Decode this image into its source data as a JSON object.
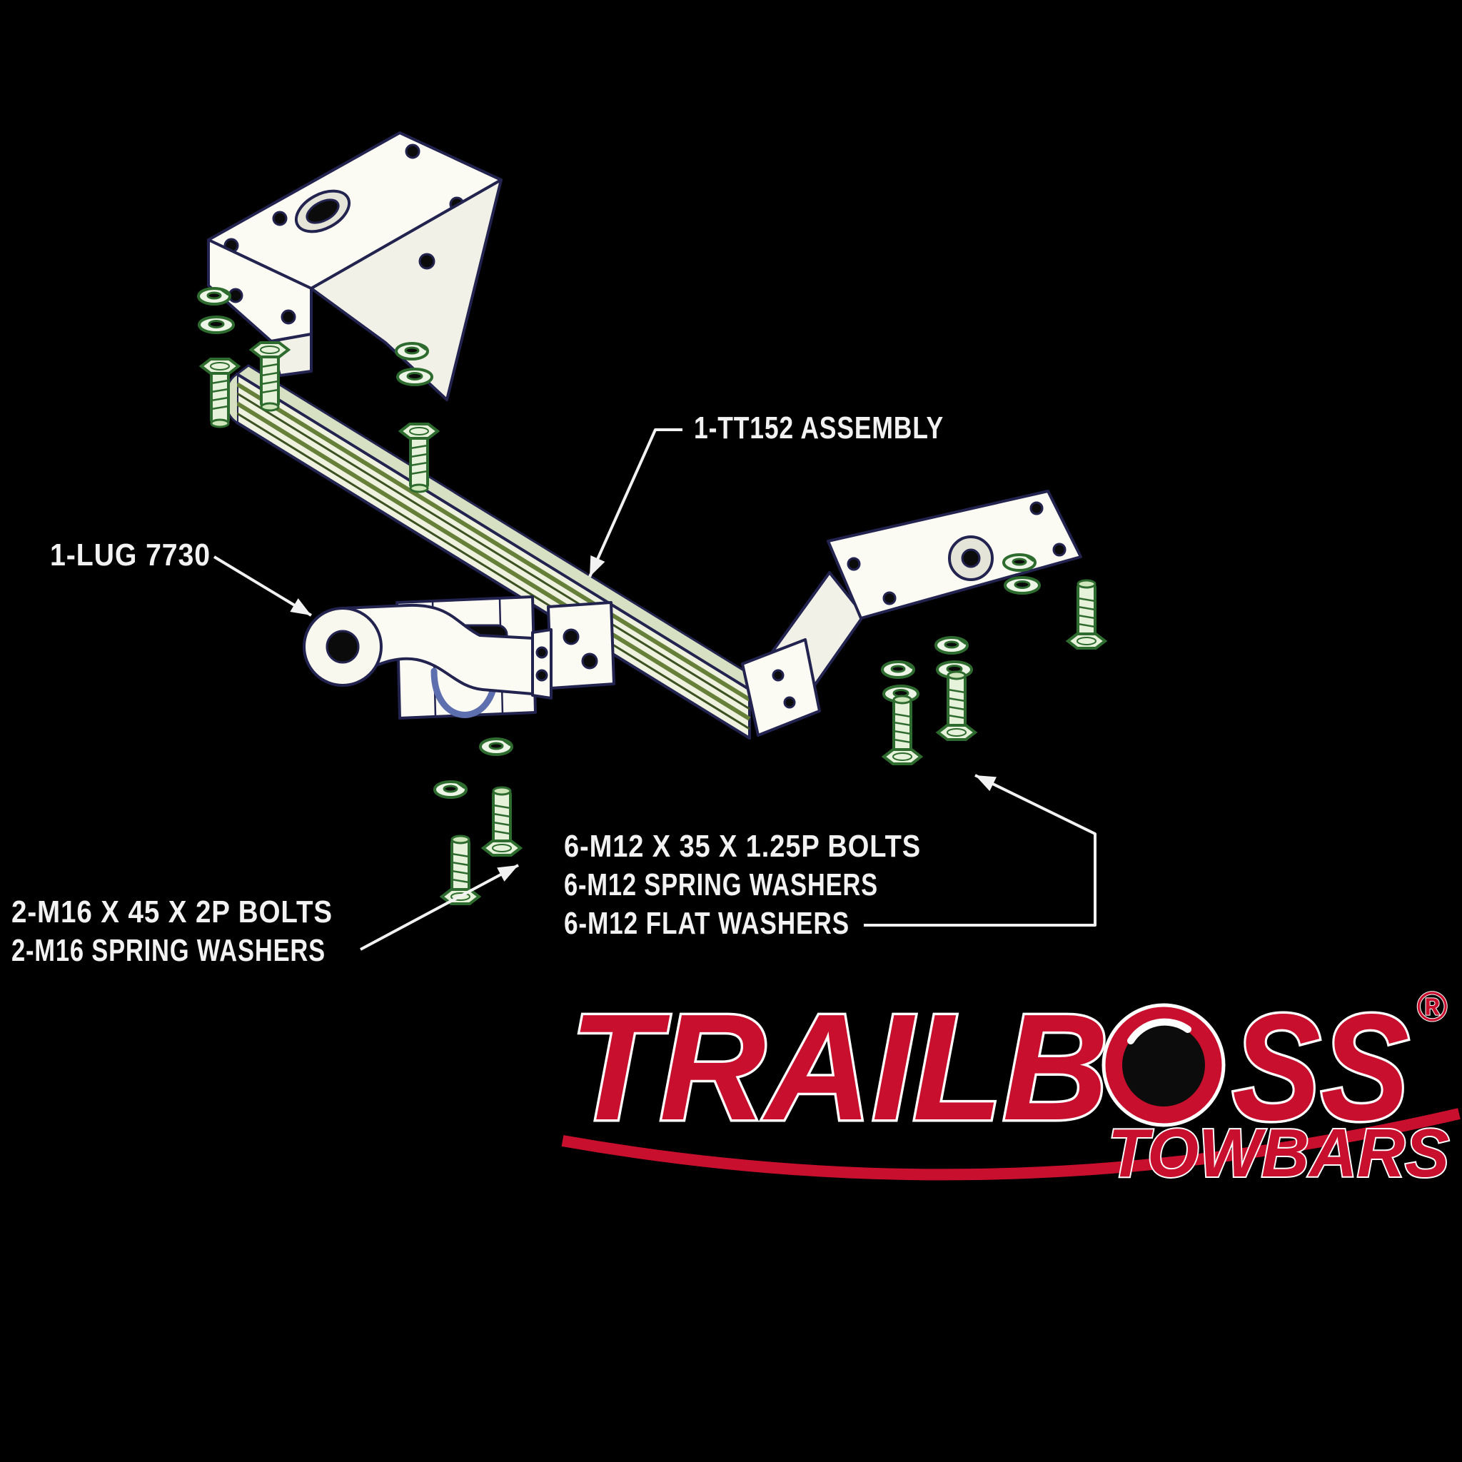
{
  "canvas": {
    "background": "#000000"
  },
  "diagram": {
    "callouts": {
      "assembly": "1-TT152 ASSEMBLY",
      "lug": "1-LUG 7730",
      "m16_line1": "2-M16 X 45 X 2P BOLTS",
      "m16_line2": "2-M16 SPRING WASHERS",
      "m12_line1": "6-M12 X 35 X 1.25P BOLTS",
      "m12_line2": "6-M12 SPRING WASHERS",
      "m12_line3": "6-M12 FLAT WASHERS"
    },
    "colors": {
      "outline": "#23234f",
      "part_fill": "#fbfbf3",
      "hardware_green": "#2e6b2e",
      "beam_green": "#66803a",
      "callout_text": "#f2f2f2"
    }
  },
  "logo": {
    "brand_left": "TRAILB",
    "brand_right": "SS",
    "registered_mark": "®",
    "tagline": "TOWBARS",
    "brand_color": "#c8102e"
  }
}
